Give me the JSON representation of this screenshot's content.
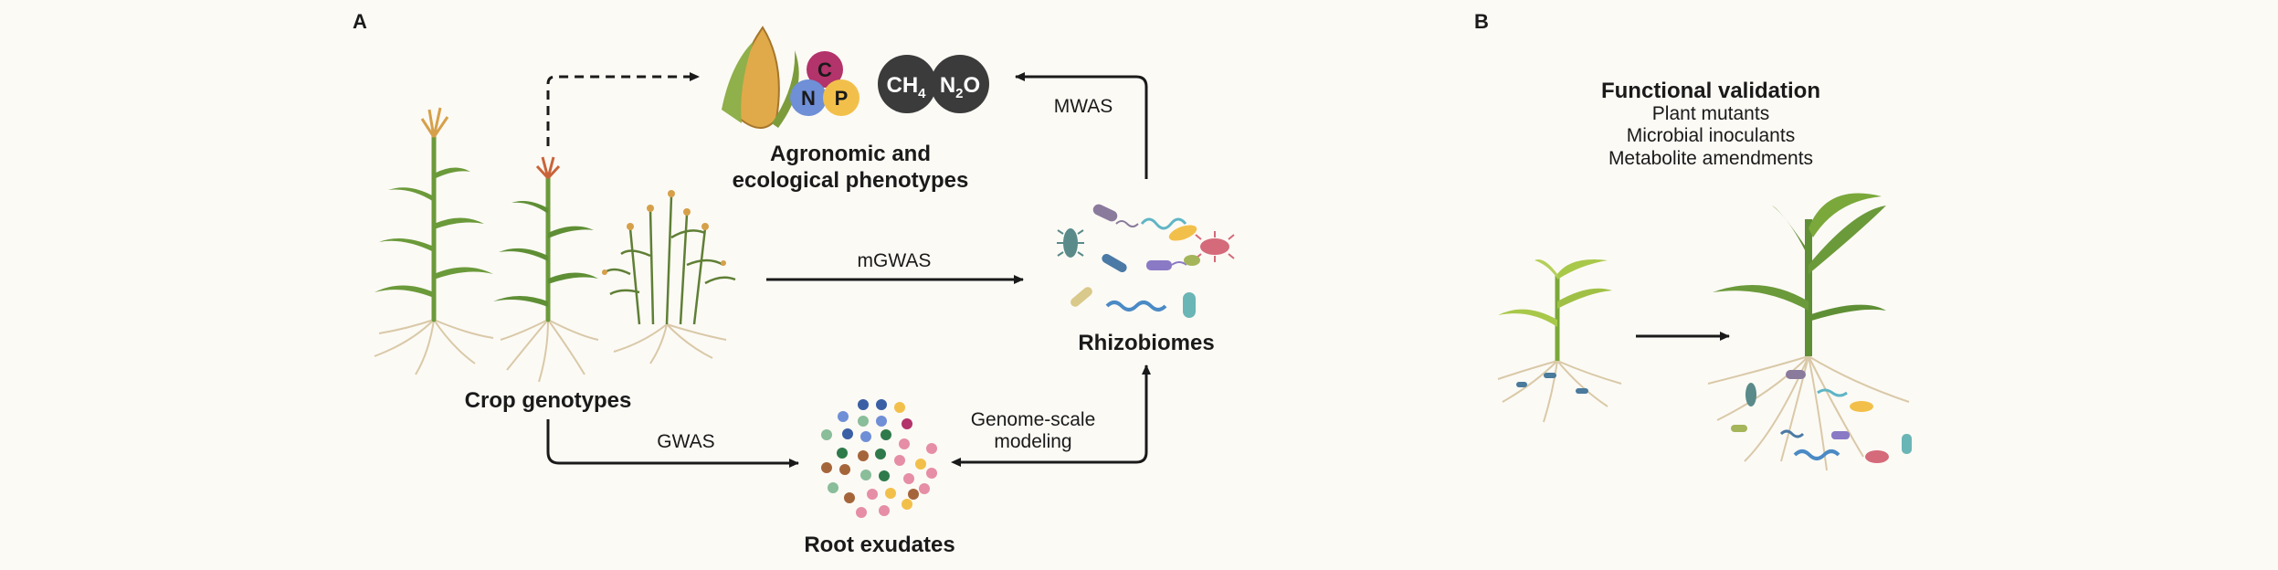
{
  "panels": {
    "a": "A",
    "b": "B"
  },
  "nodes": {
    "crop": "Crop genotypes",
    "pheno_line1": "Agronomic and",
    "pheno_line2": "ecological phenotypes",
    "rhizo": "Rhizobiomes",
    "exudates": "Root exudates"
  },
  "edges": {
    "mgwas": "mGWAS",
    "gwas": "GWAS",
    "mwas": "MWAS",
    "genome_line1": "Genome-scale",
    "genome_line2": "modeling"
  },
  "nutrients": {
    "c": "C",
    "n": "N",
    "p": "P"
  },
  "gases": {
    "ch4": {
      "base": "CH",
      "sub": "4"
    },
    "n2o": {
      "base": "N",
      "sub": "2",
      "tail": "O"
    }
  },
  "validation": {
    "title": "Functional validation",
    "items": [
      "Plant mutants",
      "Microbial inoculants",
      "Metabolite amendments"
    ]
  },
  "colors": {
    "background": "#fcfaf5",
    "carbon": "#b3336b",
    "nitrogen": "#6f8fd6",
    "phosphorus": "#f2c04a",
    "gas": "#3b3b3b",
    "leaf": "#6b9a3a",
    "root": "#d9c9a8"
  }
}
